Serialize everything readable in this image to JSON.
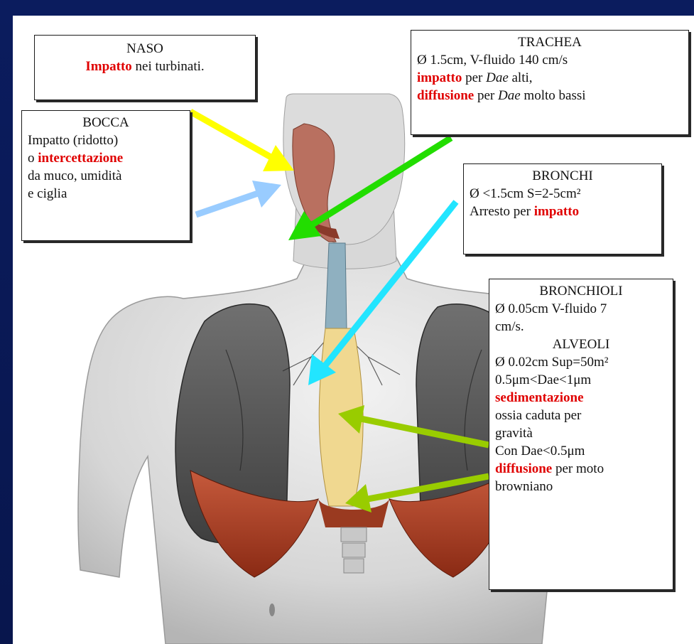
{
  "colors": {
    "background": "#0a1a55",
    "emphasis": "#e00000",
    "arrow_naso": "#ffff00",
    "arrow_bocca": "#99ccff",
    "arrow_trachea": "#22dd00",
    "arrow_bronchi": "#22e5ff",
    "arrow_alveoli": "#99cc00"
  },
  "naso": {
    "title": "NASO",
    "emph": "Impatto",
    "rest": " nei turbinati."
  },
  "bocca": {
    "title": "BOCCA",
    "l1": "Impatto (ridotto)",
    "l2_pre": "o ",
    "l2_emph": "intercettazione",
    "l3": "da muco, umidità",
    "l4": "e ciglia"
  },
  "trachea": {
    "title": "TRACHEA",
    "l1": "Ø 1.5cm, V-fluido 140 cm/s",
    "l2_emph": "impatto",
    "l2_pre": " per ",
    "l2_it": "Dae",
    "l2_post": " alti,",
    "l3_emph": "diffusione",
    "l3_pre": " per ",
    "l3_it": "Dae",
    "l3_post": " molto bassi"
  },
  "bronchi": {
    "title": "BRONCHI",
    "l1": "Ø <1.5cm S=2-5cm²",
    "l2_pre": "Arresto per ",
    "l2_emph": "impatto"
  },
  "bronchioli": {
    "title": "BRONCHIOLI",
    "l1": "Ø 0.05cm V-fluido 7",
    "l2": "cm/s.",
    "alveoli_title": "ALVEOLI",
    "l3": "Ø 0.02cm Sup=50m²",
    "l4": "0.5μm<Dae<1μm",
    "l5_emph": "sedimentazione",
    "l6": "ossia caduta per",
    "l7": "gravità",
    "l8": "Con Dae<0.5μm",
    "l9_emph": "diffusione",
    "l9_post": " per moto",
    "l10": "browniano"
  }
}
